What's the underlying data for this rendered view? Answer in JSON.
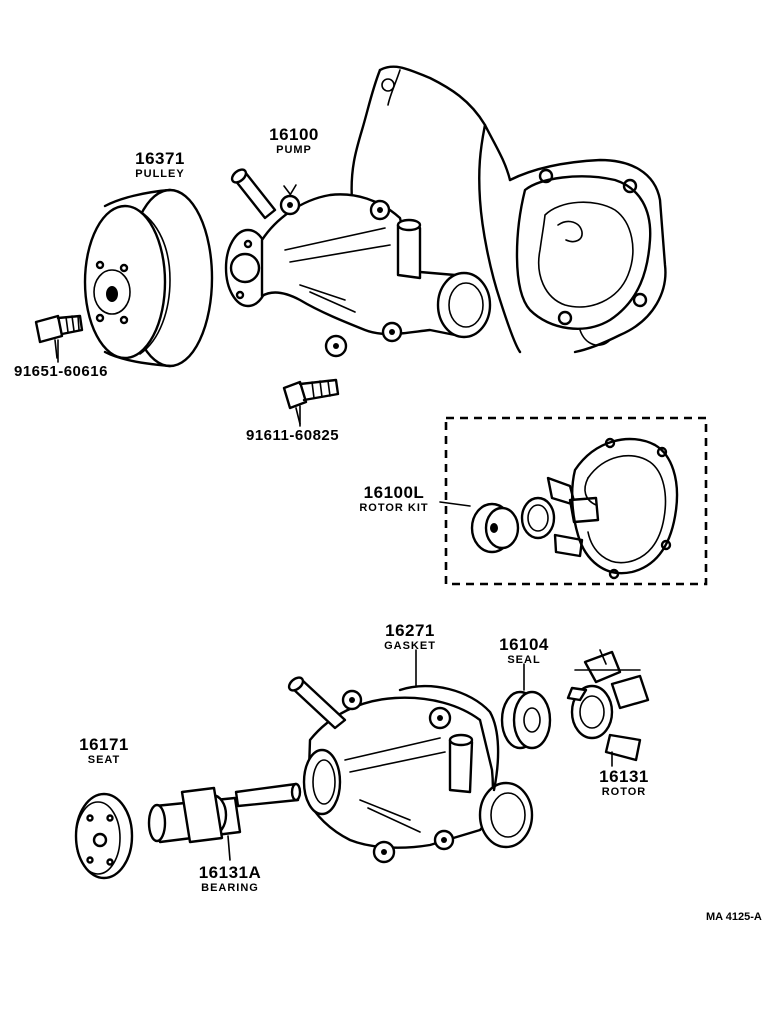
{
  "parts": {
    "pulley": {
      "number": "16371",
      "name": "PULLEY"
    },
    "pump": {
      "number": "16100",
      "name": "PUMP"
    },
    "bolt_a": {
      "number": "91651-60616"
    },
    "bolt_b": {
      "number": "91611-60825"
    },
    "rotor_kit": {
      "number": "16100L",
      "name": "ROTOR KIT"
    },
    "gasket": {
      "number": "16271",
      "name": "GASKET"
    },
    "seal": {
      "number": "16104",
      "name": "SEAL"
    },
    "seat": {
      "number": "16171",
      "name": "SEAT"
    },
    "rotor": {
      "number": "16131",
      "name": "ROTOR"
    },
    "bearing": {
      "number": "16131A",
      "name": "BEARING"
    }
  },
  "reference_code": "MA 4125-A"
}
